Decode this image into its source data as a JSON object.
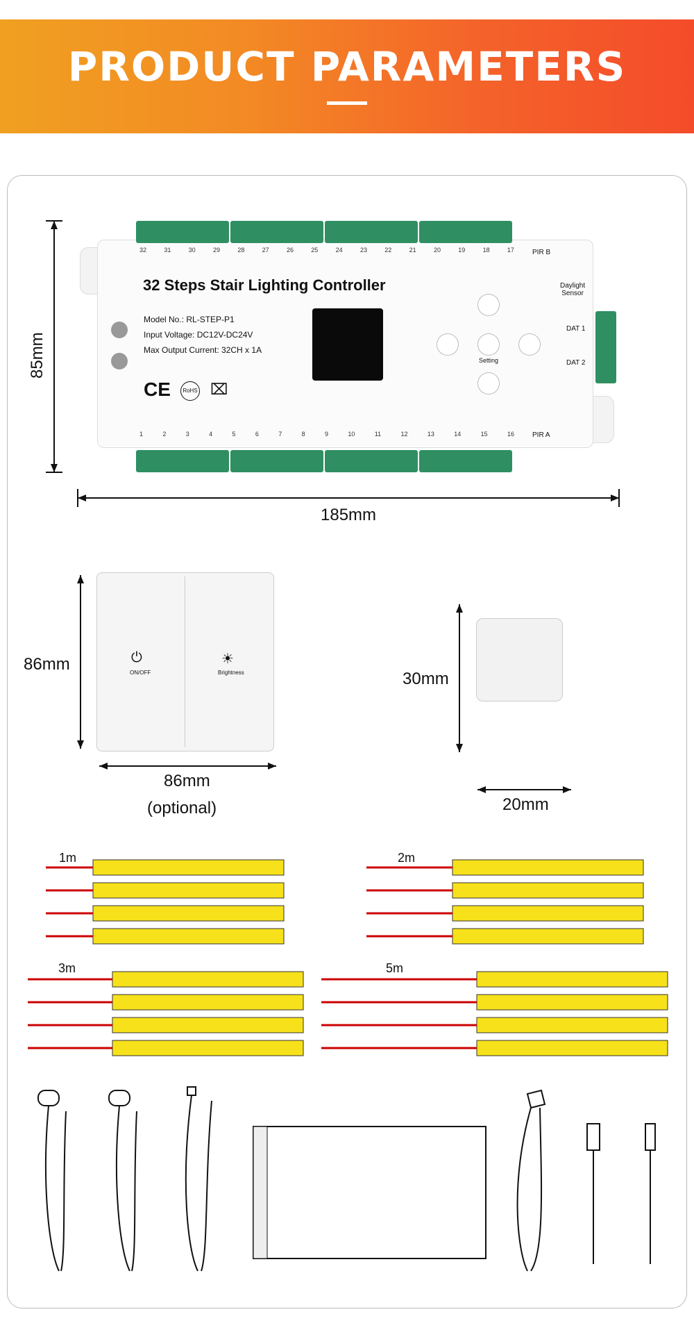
{
  "banner": {
    "title": "PRODUCT PARAMETERS"
  },
  "controller": {
    "title": "32 Steps Stair Lighting Controller",
    "model": "Model No.: RL-STEP-P1",
    "input_voltage": "Input Voltage: DC12V-DC24V",
    "max_output": "Max Output Current: 32CH x 1A",
    "pir_b": "PIR B",
    "pir_a": "PIR A",
    "daylight": "Daylight",
    "sensor": "Sensor",
    "dat1": "DAT 1",
    "dat2": "DAT 2",
    "setting": "Setting",
    "cert_ce": "CE",
    "cert_rohs": "RoHS",
    "height": "85mm",
    "width": "185mm",
    "top_channels": [
      "32",
      "31",
      "30",
      "29",
      "28",
      "27",
      "26",
      "25",
      "24",
      "23",
      "22",
      "21",
      "20",
      "19",
      "18",
      "17"
    ],
    "bottom_channels": [
      "1",
      "2",
      "3",
      "4",
      "5",
      "6",
      "7",
      "8",
      "9",
      "10",
      "11",
      "12",
      "13",
      "14",
      "15",
      "16"
    ]
  },
  "panel": {
    "on_off": "ON/OFF",
    "brightness": "Brightness",
    "height": "86mm",
    "width": "86mm",
    "note": "(optional)"
  },
  "sensor": {
    "height": "30mm",
    "width": "20mm"
  },
  "strips": {
    "len1": "1m",
    "len2": "2m",
    "len3": "3m",
    "len5": "5m"
  },
  "colors": {
    "banner_start": "#f0a021",
    "banner_end": "#f44c2a",
    "terminal": "#2f8f62",
    "strip": "#f7e11a"
  }
}
